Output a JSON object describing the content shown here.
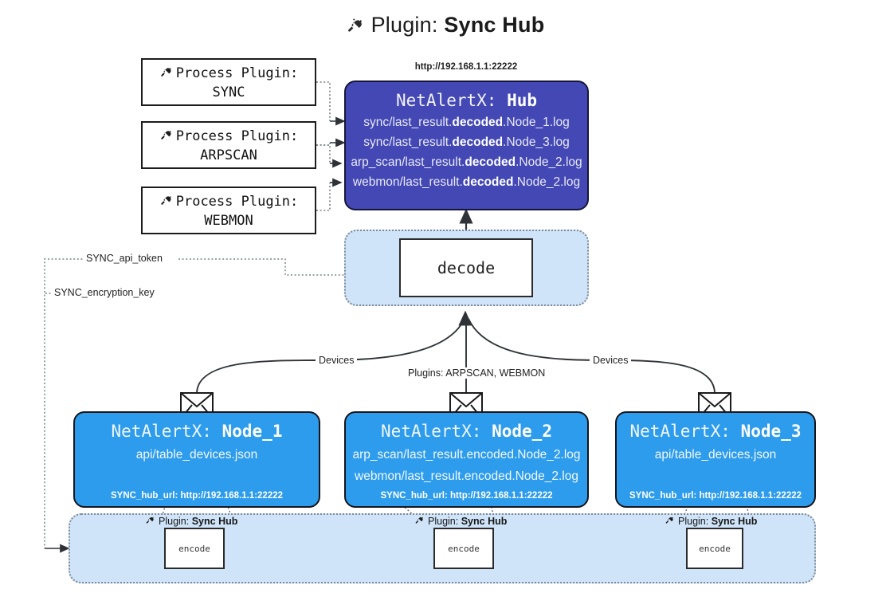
{
  "title": {
    "prefix": "Plugin:",
    "name": "Sync Hub",
    "icon": "plug-icon"
  },
  "process_plugins": [
    {
      "label": "Process Plugin:",
      "name": "SYNC",
      "icon": "plug-icon"
    },
    {
      "label": "Process Plugin:",
      "name": "ARPSCAN",
      "icon": "plug-icon"
    },
    {
      "label": "Process Plugin:",
      "name": "WEBMON",
      "icon": "plug-icon"
    }
  ],
  "hub": {
    "url": "http://192.168.1.1:22222",
    "title_prefix": "NetAlertX:",
    "title_name": "Hub",
    "lines": [
      {
        "pre": "sync/last_result.",
        "bold": "decoded",
        "post": ".Node_1.log"
      },
      {
        "pre": "sync/last_result.",
        "bold": "decoded",
        "post": ".Node_3.log"
      },
      {
        "pre": "arp_scan/last_result.",
        "bold": "decoded",
        "post": ".Node_2.log"
      },
      {
        "pre": "webmon/last_result.",
        "bold": "decoded",
        "post": ".Node_2.log"
      }
    ]
  },
  "decode": {
    "label": "decode"
  },
  "settings_labels": [
    {
      "text": "SYNC_api_token"
    },
    {
      "text": "SYNC_encryption_key"
    }
  ],
  "edge_labels": {
    "devices_left": "Devices",
    "devices_right": "Devices",
    "plugins_center": "Plugins: ARPSCAN, WEBMON"
  },
  "nodes": [
    {
      "title_prefix": "NetAlertX:",
      "title_name": "Node_1",
      "lines": [
        "api/table_devices.json"
      ],
      "footer": "SYNC_hub_url: http://192.168.1.1:22222",
      "icon": "envelope-icon"
    },
    {
      "title_prefix": "NetAlertX:",
      "title_name": "Node_2",
      "lines": [
        "arp_scan/last_result.encoded.Node_2.log",
        "webmon/last_result.encoded.Node_2.log"
      ],
      "footer": "SYNC_hub_url: http://192.168.1.1:22222",
      "icon": "envelope-icon"
    },
    {
      "title_prefix": "NetAlertX:",
      "title_name": "Node_3",
      "lines": [
        "api/table_devices.json"
      ],
      "footer": "SYNC_hub_url: http://192.168.1.1:22222",
      "icon": "envelope-icon"
    }
  ],
  "encoders": [
    {
      "plugin_prefix": "Plugin:",
      "plugin_name": "Sync Hub",
      "label": "encode",
      "icon": "plug-icon"
    },
    {
      "plugin_prefix": "Plugin:",
      "plugin_name": "Sync Hub",
      "label": "encode",
      "icon": "plug-icon"
    },
    {
      "plugin_prefix": "Plugin:",
      "plugin_name": "Sync Hub",
      "label": "encode",
      "icon": "plug-icon"
    }
  ],
  "colors": {
    "hub_fill": "#4348b5",
    "node_fill": "#2d9cec",
    "region_fill": "#cfe4f8",
    "stroke": "#2b2b2b"
  }
}
